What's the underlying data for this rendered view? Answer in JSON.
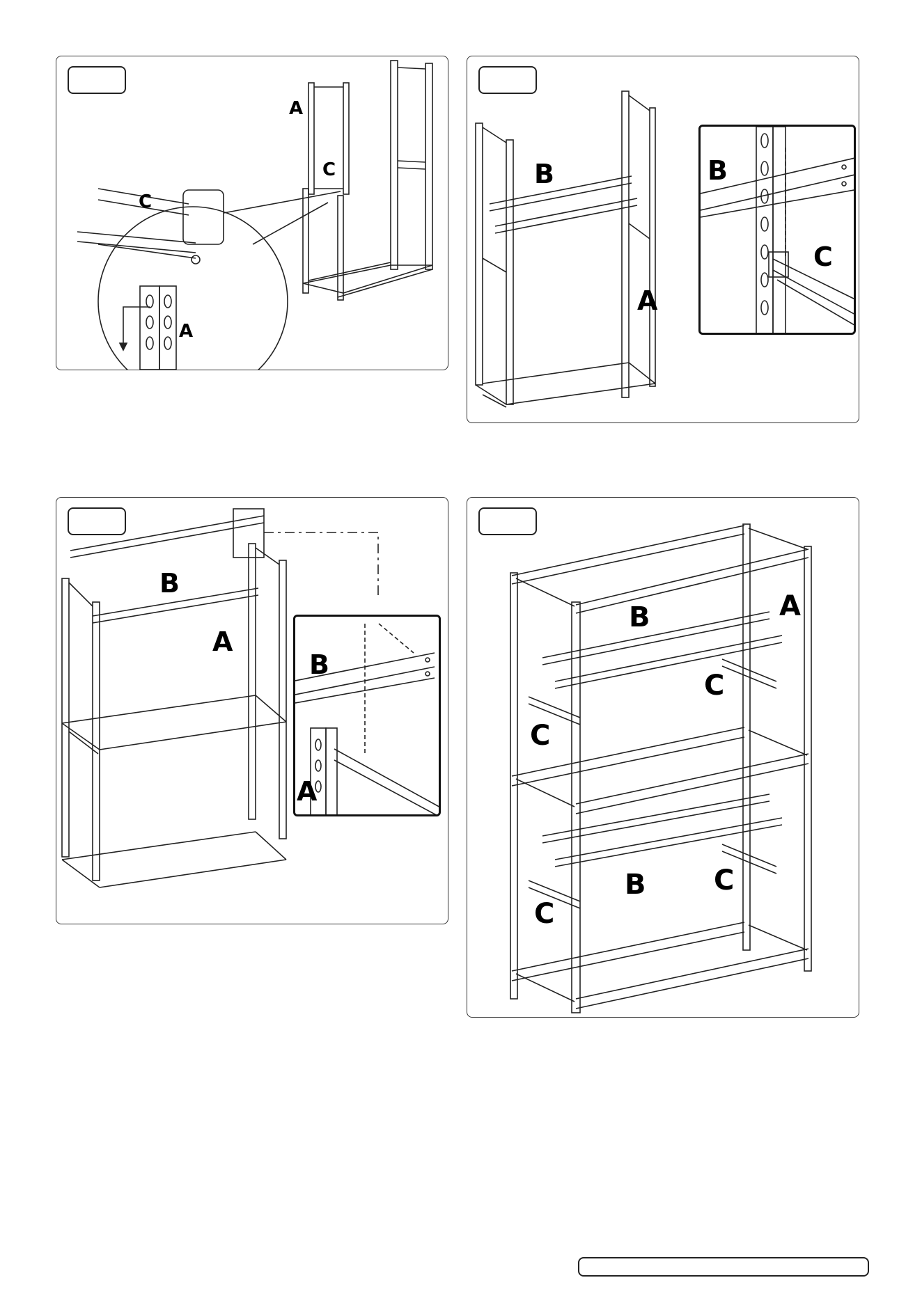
{
  "panels": [
    {
      "step_label": "",
      "labels": {
        "a_top": "A",
        "c_mid": "C",
        "c_detail": "C",
        "a_detail": "A"
      }
    },
    {
      "step_label": "",
      "labels": {
        "b_main": "B",
        "a_main": "A",
        "b_inset": "B",
        "c_inset": "C"
      }
    },
    {
      "step_label": "",
      "labels": {
        "b_main": "B",
        "a_main": "A",
        "b_inset": "B",
        "a_inset": "A"
      }
    },
    {
      "step_label": "",
      "labels": {
        "b_top": "B",
        "a_top": "A",
        "c_right_top": "C",
        "c_left_top": "C",
        "b_bottom": "B",
        "c_right_bottom": "C",
        "c_left_bottom": "C"
      }
    }
  ],
  "footer": {
    "text": ""
  }
}
